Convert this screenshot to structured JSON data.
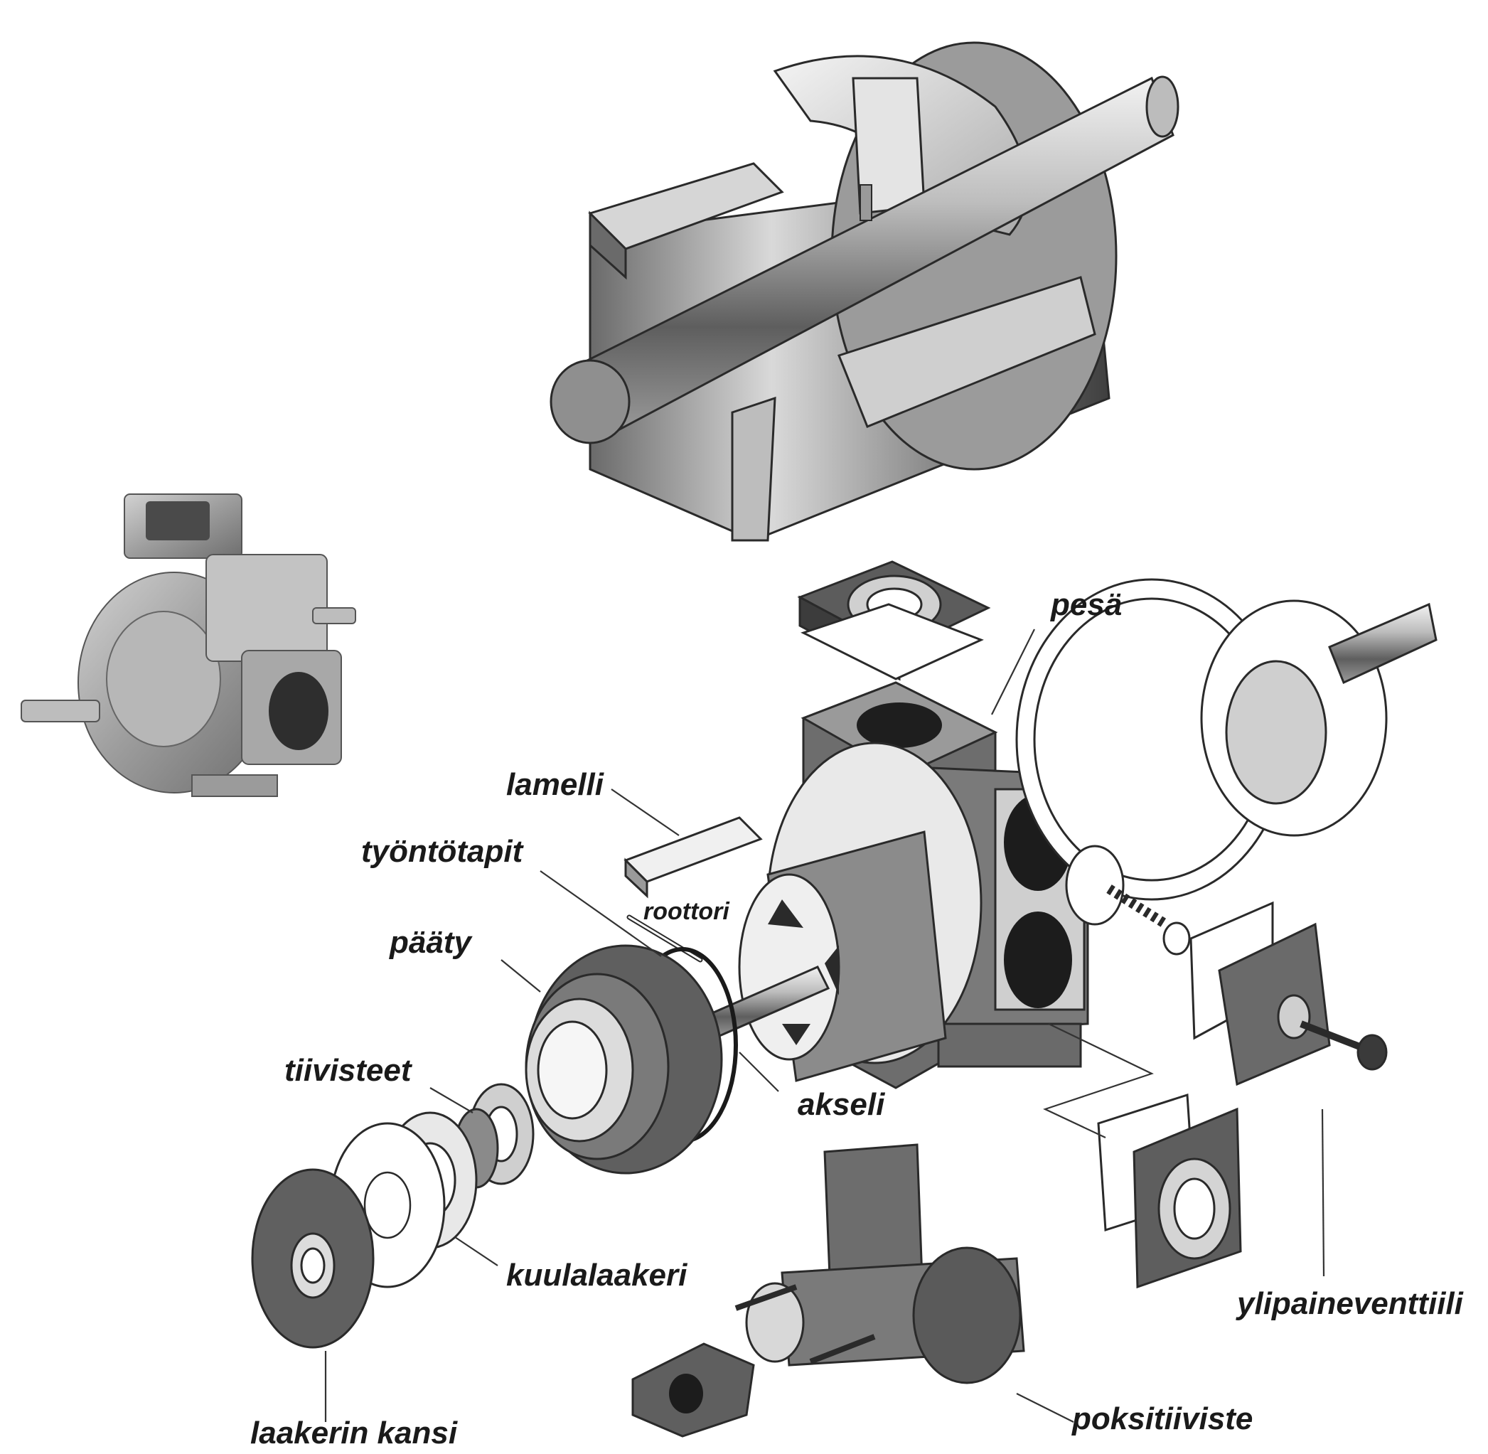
{
  "labels": {
    "pesa": "pesä",
    "lamelli": "lamelli",
    "tyontotapit": "työntötapit",
    "roottori": "roottori",
    "paaty": "pääty",
    "tiivisteet": "tiivisteet",
    "akseli": "akseli",
    "kuulalaakeri": "kuulalaakeri",
    "laakerin_kansi": "laakerin kansi",
    "ylipaineventtiili": "ylipaineventtiili",
    "poksitiiviste": "poksitiiviste"
  },
  "colors": {
    "ink": "#1a1a1a",
    "metal_dark": "#5a5a5a",
    "metal_mid": "#9a9a9a",
    "metal_light": "#d8d8d8"
  }
}
